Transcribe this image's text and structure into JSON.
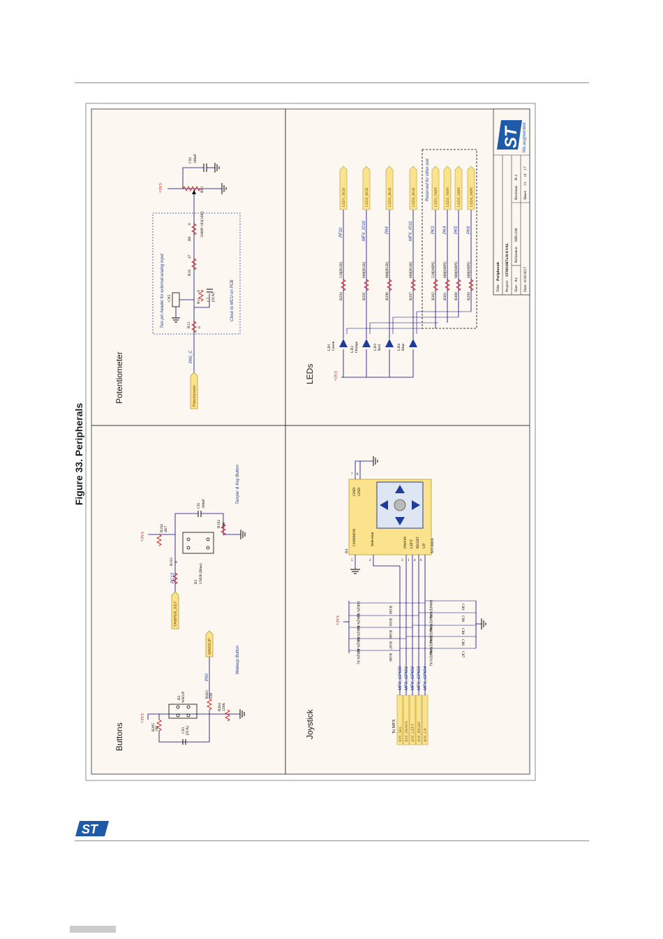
{
  "figure_title": "Figure 33. Peripherals",
  "colors": {
    "sheet_bg": "#fcf8f1",
    "wire": "#000080",
    "connector": "#fbe38d",
    "pen": "#202020",
    "accent_blue": "#1f3c9a",
    "logo_blue": "#1e5aa8"
  },
  "sections": {
    "buttons": "Buttons",
    "potentiometer": "Potentiometer",
    "joystick": "Joystick",
    "leds": "LEDs"
  },
  "buttons": {
    "supply": "+3V3",
    "r205": "R205",
    "r205_val": "100",
    "b2": "B2",
    "b2_name": "WKUP",
    "c93": "C93",
    "c93_val": "[N/A]",
    "r203": "R203",
    "r203_val": "330",
    "r204": "R204",
    "r204_val": "220K",
    "pa0": "PA0",
    "wakeup_connector": "WAKEUP",
    "wakeup_caption": "Wakeup Button",
    "tamper_connector": "TAMPER_KEY",
    "pc13": "PC13",
    "r193": "R193",
    "r193_val": "0",
    "r194": "R194",
    "r194_val": "4K7",
    "b3": "B3",
    "b3_name": "USER (Blue)",
    "c91": "C91",
    "c91_val": "100nF",
    "r192": "R192",
    "r192_val": "100",
    "tamper_caption": "Tamper & Key Button",
    "supply2": "+3V3"
  },
  "potentiometer": {
    "connector": "Potentiometer",
    "pa0_c": "PA0_C",
    "r12": "R12",
    "r12_val": "0",
    "cn5": "CN5",
    "pin_header_caption": "Two pin header for external analog input",
    "r10": "R10",
    "r10_val": "47",
    "r11": "R11",
    "r11_val": "0",
    "c7": "C7",
    "c7_val": "[N/A]",
    "close_caption": "Close to MCU on PCB",
    "r6": "R6",
    "r6_val": "0",
    "rv1": "RV1",
    "rv1_val": "3386P-103(10K)",
    "c92": "C92",
    "c92_val": "100nF",
    "supply": "+3V3"
  },
  "joystick": {
    "to_mfx": "To MFX",
    "signals": [
      "JOY_SEL",
      "JOY_DOWN",
      "JOY_LEFT",
      "JOY_RIGHT",
      "JOY_UP"
    ],
    "gpios": [
      "MFX_GPIO0",
      "MFX_GPIO1",
      "MFX_GPIO2",
      "MFX_GPIO3",
      "MFX_GPIO4"
    ],
    "pullups": [
      "R190",
      "R191",
      "R188",
      "R187",
      "R186"
    ],
    "pullup_val": "10K[N/A]",
    "caps": [
      "C89",
      "C90",
      "C88",
      "C86",
      "C87"
    ],
    "cap_val": "100nF[N/A]",
    "supply": "+3V3",
    "b4": "B4",
    "pins_left": [
      "COMMON",
      "Selection"
    ],
    "pins_dir": [
      "DWON",
      "LEFT",
      "RIGHT",
      "UP"
    ],
    "gnd1": "GND",
    "gnd2": "GND",
    "part": "MT-008A",
    "pin_numbers": [
      "5",
      "2",
      "3",
      "1",
      "4",
      "6",
      "7",
      "8"
    ]
  },
  "leds": {
    "supply": "+3V3",
    "ld1": "LD1",
    "ld1_color": "Green",
    "ld2": "LD2",
    "ld2_color": "Orange",
    "ld3": "LD3",
    "ld3_color": "Red",
    "ld4": "LD4",
    "ld4_color": "Blue",
    "resistors": [
      {
        "ref": "R294",
        "val": "510[RGB]",
        "pin": "PF10",
        "net": "LED1_RGB"
      },
      {
        "ref": "R295",
        "val": "680[RGB]",
        "pin": "MFX_IO10",
        "net": "LED2_RGB"
      },
      {
        "ref": "R296",
        "val": "680[RGB]",
        "pin": "PA4",
        "net": "LED3_RGB"
      },
      {
        "ref": "R297",
        "val": "680[RGB]",
        "pin": "MFX_IO11",
        "net": "LED4_RGB"
      },
      {
        "ref": "R302",
        "val": "510[MIPI]",
        "pin": "PK3",
        "net": "LED1_MIPI"
      },
      {
        "ref": "R301",
        "val": "680[MIPI]",
        "pin": "PK4",
        "net": "LED2_MIPI"
      },
      {
        "ref": "R300",
        "val": "680[MIPI]",
        "pin": "PK5",
        "net": "LED3_MIPI"
      },
      {
        "ref": "R299",
        "val": "680[MIPI]",
        "pin": "PK6",
        "net": "LED4_MIPI"
      }
    ],
    "reserved_caption": "Reserved for other use"
  },
  "title_block": {
    "title_label": "Title:",
    "title": "Peripherals",
    "project_label": "Project:",
    "project": "STM32H7x3I-EVAL",
    "size_label": "Size:",
    "size": "A4",
    "reference_label": "Reference:",
    "reference": "MB1246",
    "revision_label": "Revision:",
    "revision": "B-2",
    "date_label": "Date:",
    "date": "6/20/2017",
    "sheet_label": "Sheet:",
    "sheet": "13",
    "sheet_of": "of",
    "sheet_total": "17",
    "logo_tagline": "life.augmented"
  }
}
